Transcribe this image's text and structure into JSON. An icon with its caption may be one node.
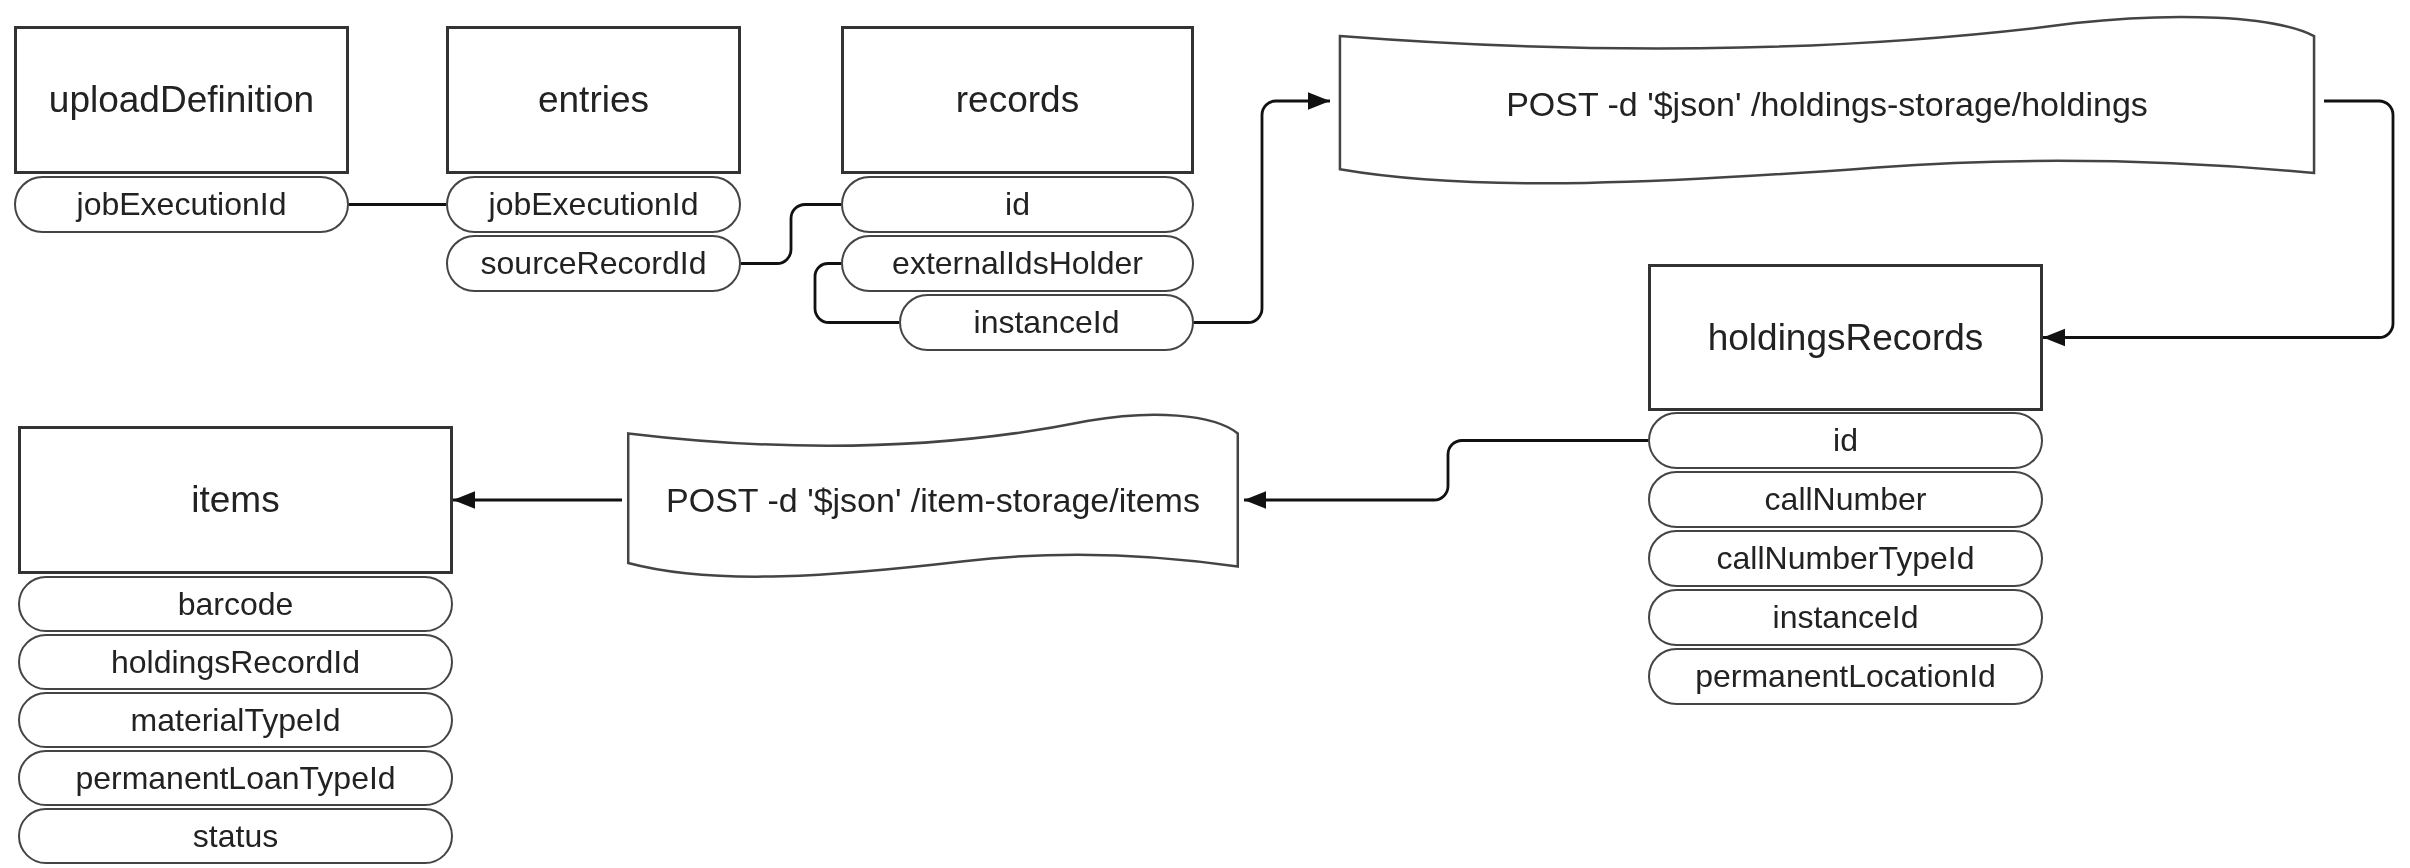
{
  "diagram": {
    "nodes": [
      {
        "text": [
          "uploadDefinition"
        ]
      },
      {
        "text": [
          "jobExecutionId"
        ]
      },
      {
        "text": [
          "entries"
        ]
      },
      {
        "text": [
          "jobExecutionId"
        ]
      },
      {
        "text": [
          "sourceRecordId"
        ]
      },
      {
        "text": [
          "records"
        ]
      },
      {
        "text": [
          "id"
        ]
      },
      {
        "text": [
          "externalIdsHolder"
        ]
      },
      {
        "text": [
          "instanceId"
        ]
      },
      {
        "text": [
          "POST -d '$json' /holdings-storage/holdings"
        ]
      },
      {
        "text": [
          "holdingsRecords"
        ]
      },
      {
        "text": [
          "id"
        ]
      },
      {
        "text": [
          "callNumber"
        ]
      },
      {
        "text": [
          "callNumberTypeId"
        ]
      },
      {
        "text": [
          "instanceId"
        ]
      },
      {
        "text": [
          "permanentLocationId"
        ]
      },
      {
        "text": [
          "POST -d '$json' /item-storage/items"
        ]
      },
      {
        "text": [
          "items"
        ]
      },
      {
        "text": [
          "barcode"
        ]
      },
      {
        "text": [
          "holdingsRecordId"
        ]
      },
      {
        "text": [
          "materialTypeId"
        ]
      },
      {
        "text": [
          "permanentLoanTypeId"
        ]
      },
      {
        "text": [
          "status"
        ]
      }
    ],
    "edges": [
      {
        "from": 1,
        "to": 3,
        "arrow": "none"
      },
      {
        "from": 4,
        "to": 6,
        "arrow": "none"
      },
      {
        "from": 7,
        "to": 8,
        "arrow": "none"
      },
      {
        "from": 8,
        "to": 9,
        "arrow": "to"
      },
      {
        "from": 9,
        "to": 10,
        "arrow": "to"
      },
      {
        "from": 11,
        "to": 16,
        "arrow": "to"
      },
      {
        "from": 16,
        "to": 17,
        "arrow": "to"
      }
    ]
  }
}
